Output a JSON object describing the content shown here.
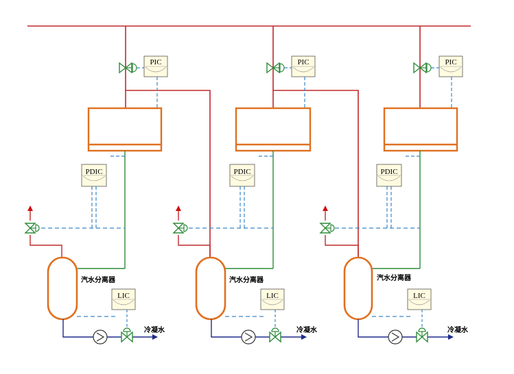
{
  "units": [
    {
      "pic": "PIC",
      "pdic": "PDIC",
      "lic": "LIC",
      "separator_label": "汽水分离器",
      "outlet_label": "冷凝水"
    },
    {
      "pic": "PIC",
      "pdic": "PDIC",
      "lic": "LIC",
      "separator_label": "汽水分离器",
      "outlet_label": "冷凝水"
    },
    {
      "pic": "PIC",
      "pdic": "PDIC",
      "lic": "LIC",
      "separator_label": "汽水分离器",
      "outlet_label": "冷凝水"
    }
  ],
  "colors": {
    "steam_line": "#c0282c",
    "condensate_line": "#2e8b3a",
    "signal_line": "#3a86c8",
    "drain_line": "#1e2a8c",
    "equipment": "#e07020",
    "instrument_fill": "#fffbe0",
    "vent_arrow": "#d01010"
  },
  "icons": [
    "control-valve-icon",
    "pump-icon",
    "vent-arrow-icon",
    "flow-arrow-icon"
  ]
}
